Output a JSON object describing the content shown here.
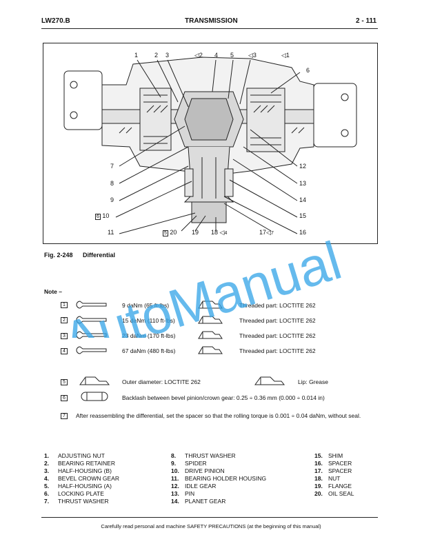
{
  "header": {
    "left": "LW270.B",
    "center": "TRANSMISSION",
    "right": "2 - 111"
  },
  "figure": {
    "caption_number": "Fig. 2-248",
    "caption_title": "Differential",
    "top_labels": [
      "1",
      "2",
      "3",
      "2",
      "4",
      "5",
      "3",
      "1"
    ],
    "side_label_right_top": "6",
    "left_labels": [
      "7",
      "8",
      "9",
      "10",
      "11"
    ],
    "right_labels": [
      "12",
      "13",
      "14",
      "15",
      "16"
    ],
    "bottom_labels": [
      "5",
      "20",
      "19",
      "18",
      "4",
      "17",
      "7"
    ]
  },
  "note": {
    "title": "Note –",
    "torques": [
      {
        "mark": "1",
        "value": "9 daNm (65 ft-lbs)",
        "part": "Threaded part: LOCTITE 262"
      },
      {
        "mark": "2",
        "value": "15 daNm (110 ft-lbs)",
        "part": "Threaded part: LOCTITE 262"
      },
      {
        "mark": "3",
        "value": "23 daNm (170 ft-lbs)",
        "part": "Threaded part: LOCTITE 262"
      },
      {
        "mark": "4",
        "value": "67 daNm (480 ft-lbs)",
        "part": "Threaded part: LOCTITE 262"
      }
    ],
    "row5": {
      "mark": "5",
      "text": "Outer diameter: LOCTITE 262",
      "lip": "Lip: Grease"
    },
    "row6": {
      "mark": "6",
      "text": "Backlash between bevel pinion/crown gear: 0.25 ÷ 0.36 mm (0.000 ÷ 0.014 in)"
    },
    "row7": {
      "mark": "7",
      "text": "After reassembling the differential, set the spacer so that the rolling torque is 0.001 ÷ 0.04 daNm, without seal."
    }
  },
  "legend": {
    "col1": [
      {
        "n": "1.",
        "t": "ADJUSTING NUT"
      },
      {
        "n": "2.",
        "t": "BEARING RETAINER"
      },
      {
        "n": "3.",
        "t": "HALF-HOUSING (B)"
      },
      {
        "n": "4.",
        "t": "BEVEL CROWN GEAR"
      },
      {
        "n": "5.",
        "t": "HALF-HOUSING (A)"
      },
      {
        "n": "6.",
        "t": "LOCKING PLATE"
      },
      {
        "n": "7.",
        "t": "THRUST WASHER"
      }
    ],
    "col2": [
      {
        "n": "8.",
        "t": "THRUST WASHER"
      },
      {
        "n": "9.",
        "t": "SPIDER"
      },
      {
        "n": "10.",
        "t": "DRIVE PINION"
      },
      {
        "n": "11.",
        "t": "BEARING HOLDER HOUSING"
      },
      {
        "n": "12.",
        "t": "IDLE GEAR"
      },
      {
        "n": "13.",
        "t": "PIN"
      },
      {
        "n": "14.",
        "t": "PLANET GEAR"
      }
    ],
    "col3": [
      {
        "n": "15.",
        "t": "SHIM"
      },
      {
        "n": "16.",
        "t": "SPACER"
      },
      {
        "n": "17.",
        "t": "SPACER"
      },
      {
        "n": "18.",
        "t": "NUT"
      },
      {
        "n": "19.",
        "t": "FLANGE"
      },
      {
        "n": "20.",
        "t": "OIL SEAL"
      }
    ]
  },
  "footer": {
    "text": "Carefully read personal and machine SAFETY PRECAUTIONS (at the beginning of this manual)"
  },
  "watermark": {
    "text": "AutoManual",
    "color": "#3aa6e8"
  }
}
